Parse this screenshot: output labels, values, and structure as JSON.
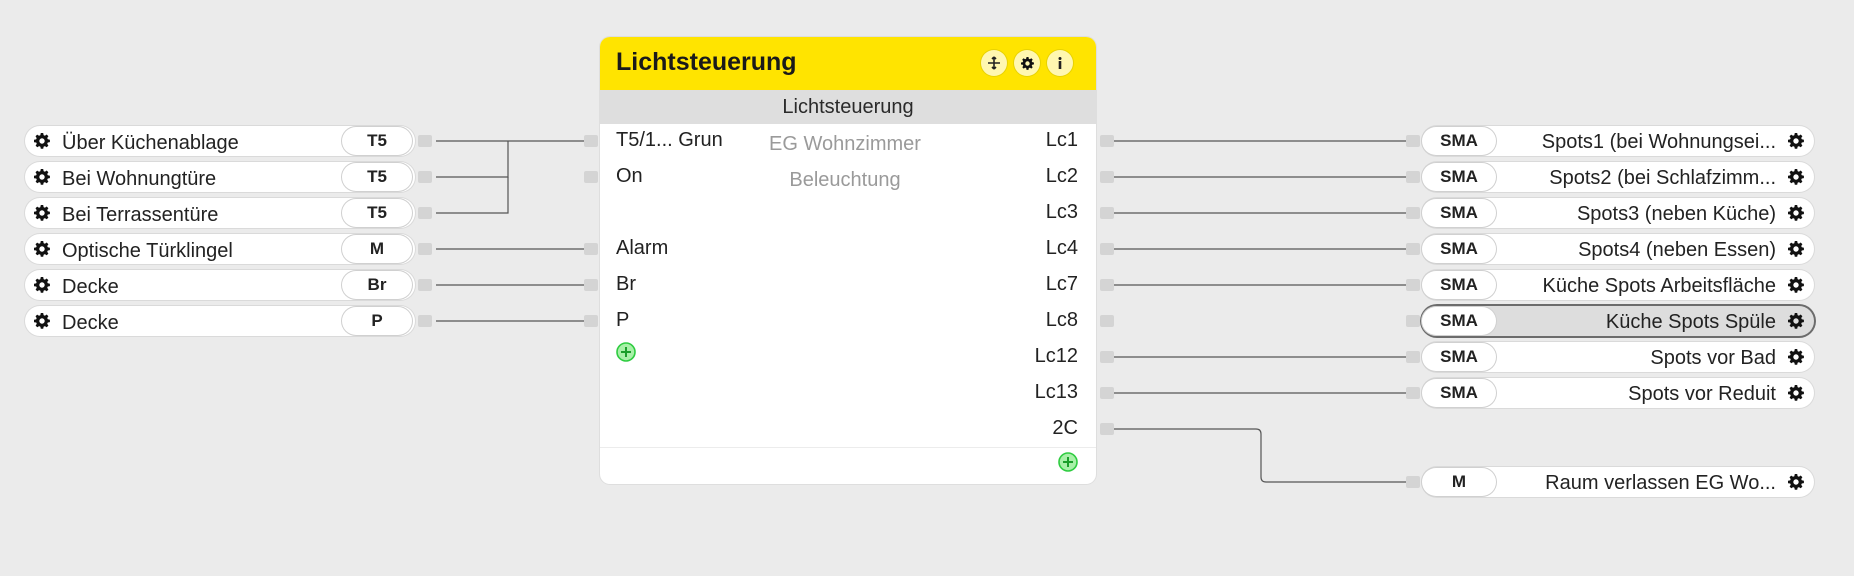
{
  "block": {
    "title": "Lichtsteuerung",
    "subtitle": "Lichtsteuerung",
    "room": "EG Wohnzimmer",
    "category": "Beleuchtung",
    "inputs": [
      "T5/1... Grun",
      "On",
      "Alarm",
      "Br",
      "P"
    ],
    "outputs": [
      "Lc1",
      "Lc2",
      "Lc3",
      "Lc4",
      "Lc7",
      "Lc8",
      "Lc12",
      "Lc13",
      "2C"
    ],
    "header_icons": [
      "move-icon",
      "gear-icon",
      "info-icon"
    ]
  },
  "inputs": [
    {
      "label": "Über Küchenablage",
      "badge": "T5"
    },
    {
      "label": "Bei Wohnungtüre",
      "badge": "T5"
    },
    {
      "label": "Bei Terrassentüre",
      "badge": "T5"
    },
    {
      "label": "Optische Türklingel",
      "badge": "M"
    },
    {
      "label": "Decke",
      "badge": "Br"
    },
    {
      "label": "Decke",
      "badge": "P"
    }
  ],
  "outputs": [
    {
      "label": "Spots1 (bei Wohnungsei...",
      "badge": "SMA"
    },
    {
      "label": "Spots2 (bei Schlafzimm...",
      "badge": "SMA"
    },
    {
      "label": "Spots3 (neben Küche)",
      "badge": "SMA"
    },
    {
      "label": "Spots4 (neben Essen)",
      "badge": "SMA"
    },
    {
      "label": "Küche Spots Arbeitsfläche",
      "badge": "SMA"
    },
    {
      "label": "Küche Spots Spüle",
      "badge": "SMA",
      "selected": true
    },
    {
      "label": "Spots vor Bad",
      "badge": "SMA"
    },
    {
      "label": "Spots vor Reduit",
      "badge": "SMA"
    },
    {
      "label": "Raum verlassen EG Wo...",
      "badge": "M"
    }
  ],
  "colors": {
    "header": "#ffe400",
    "background": "#ebebeb",
    "add": "#2ecc40"
  }
}
